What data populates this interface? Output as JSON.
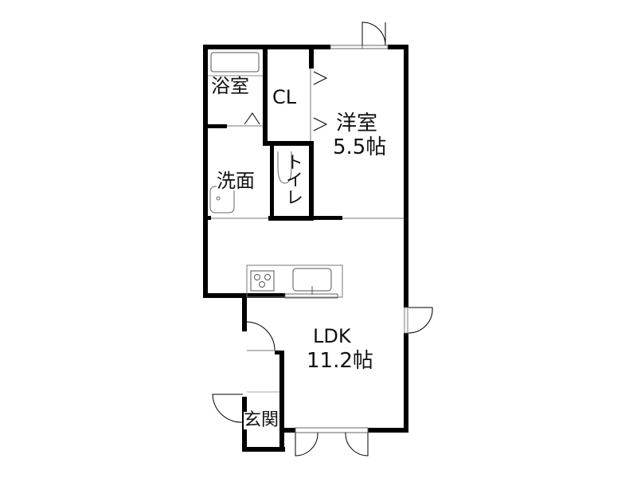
{
  "floorplan": {
    "rooms": [
      {
        "id": "bathroom",
        "label": "浴室"
      },
      {
        "id": "closet",
        "label": "CL"
      },
      {
        "id": "western-room",
        "label": "洋室",
        "size": "5.5帖"
      },
      {
        "id": "washroom",
        "label": "洗面"
      },
      {
        "id": "toilet",
        "label": "トイレ"
      },
      {
        "id": "ldk",
        "label": "LDK",
        "size": "11.2帖"
      },
      {
        "id": "entrance",
        "label": "玄関"
      }
    ],
    "colors": {
      "wall": "#000000",
      "fixture": "#7a7a7a",
      "background": "#ffffff"
    }
  }
}
